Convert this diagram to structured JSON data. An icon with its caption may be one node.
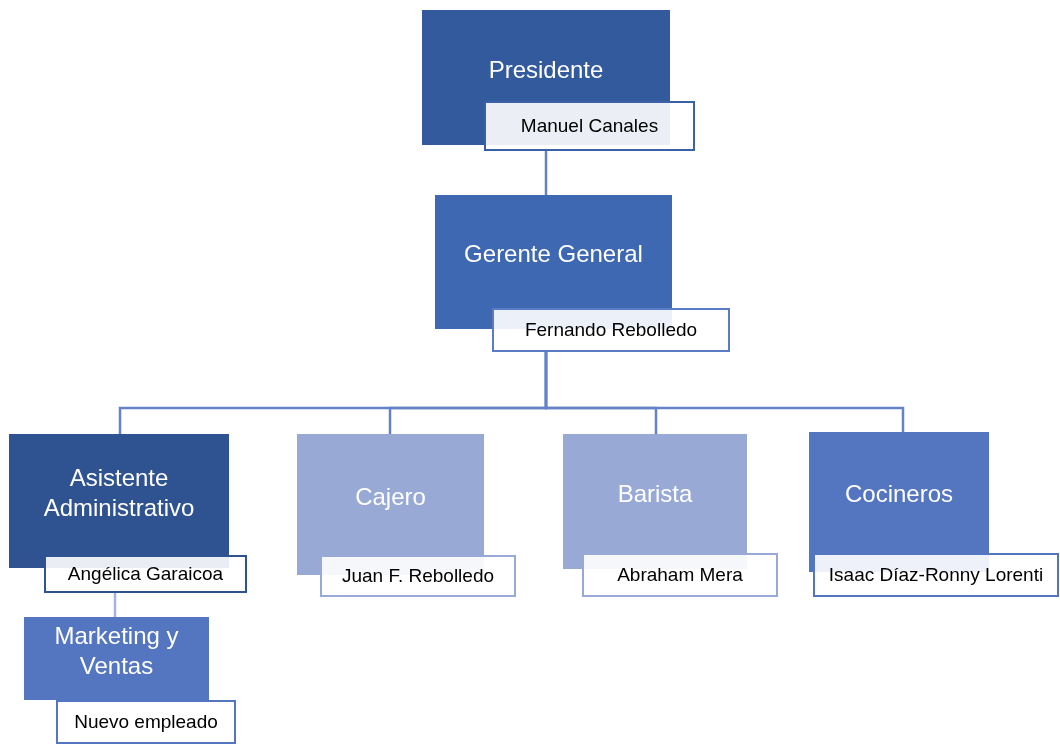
{
  "diagram": {
    "nodes": [
      {
        "text": [
          "Presidente"
        ]
      },
      {
        "text": [
          "Manuel Canales"
        ]
      },
      {
        "text": [
          "Gerente General"
        ]
      },
      {
        "text": [
          "Fernando Rebolledo"
        ]
      },
      {
        "text": [
          "Asistente Administrativo"
        ]
      },
      {
        "text": [
          "Angélica Garaicoa"
        ]
      },
      {
        "text": [
          "Cajero"
        ]
      },
      {
        "text": [
          "Juan F. Rebolledo"
        ]
      },
      {
        "text": [
          "Barista"
        ]
      },
      {
        "text": [
          "Abraham Mera"
        ]
      },
      {
        "text": [
          "Cocineros"
        ]
      },
      {
        "text": [
          "Isaac Díaz-Ronny Lorenti"
        ]
      },
      {
        "text": [
          "Marketing y Ventas"
        ]
      },
      {
        "text": [
          "Nuevo empleado"
        ]
      }
    ],
    "edges": [
      {
        "from": 1,
        "to": 2,
        "arrow": "none"
      },
      {
        "from": 3,
        "to": 4,
        "arrow": "none"
      },
      {
        "from": 3,
        "to": 6,
        "arrow": "none"
      },
      {
        "from": 3,
        "to": 8,
        "arrow": "none"
      },
      {
        "from": 3,
        "to": 10,
        "arrow": "none"
      },
      {
        "from": 5,
        "to": 12,
        "arrow": "none",
        "color": "#a3b3dc"
      }
    ]
  }
}
